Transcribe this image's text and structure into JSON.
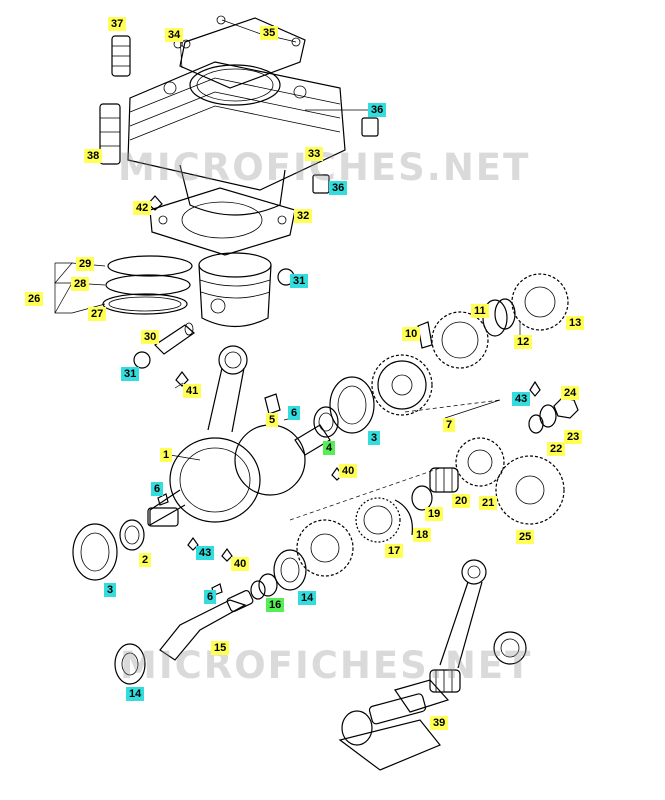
{
  "watermarks": [
    "MICROFICHES.NET",
    "MICROFICHES.NET"
  ],
  "callouts": [
    {
      "id": "37",
      "color": "yellow"
    },
    {
      "id": "34",
      "color": "yellow"
    },
    {
      "id": "35",
      "color": "yellow"
    },
    {
      "id": "36",
      "color": "cyan"
    },
    {
      "id": "38",
      "color": "yellow"
    },
    {
      "id": "33",
      "color": "yellow"
    },
    {
      "id": "36",
      "color": "cyan"
    },
    {
      "id": "42",
      "color": "yellow"
    },
    {
      "id": "32",
      "color": "yellow"
    },
    {
      "id": "29",
      "color": "yellow"
    },
    {
      "id": "31",
      "color": "cyan"
    },
    {
      "id": "26",
      "color": "yellow"
    },
    {
      "id": "28",
      "color": "yellow"
    },
    {
      "id": "27",
      "color": "yellow"
    },
    {
      "id": "11",
      "color": "yellow"
    },
    {
      "id": "13",
      "color": "yellow"
    },
    {
      "id": "30",
      "color": "yellow"
    },
    {
      "id": "10",
      "color": "yellow"
    },
    {
      "id": "12",
      "color": "yellow"
    },
    {
      "id": "31",
      "color": "cyan"
    },
    {
      "id": "41",
      "color": "yellow"
    },
    {
      "id": "43",
      "color": "cyan"
    },
    {
      "id": "24",
      "color": "yellow"
    },
    {
      "id": "5",
      "color": "yellow"
    },
    {
      "id": "6",
      "color": "cyan"
    },
    {
      "id": "23",
      "color": "yellow"
    },
    {
      "id": "7",
      "color": "yellow"
    },
    {
      "id": "22",
      "color": "yellow"
    },
    {
      "id": "3",
      "color": "cyan"
    },
    {
      "id": "4",
      "color": "green"
    },
    {
      "id": "1",
      "color": "yellow"
    },
    {
      "id": "40",
      "color": "yellow"
    },
    {
      "id": "6",
      "color": "cyan"
    },
    {
      "id": "20",
      "color": "yellow"
    },
    {
      "id": "21",
      "color": "yellow"
    },
    {
      "id": "19",
      "color": "yellow"
    },
    {
      "id": "18",
      "color": "yellow"
    },
    {
      "id": "25",
      "color": "yellow"
    },
    {
      "id": "17",
      "color": "yellow"
    },
    {
      "id": "2",
      "color": "yellow"
    },
    {
      "id": "43",
      "color": "cyan"
    },
    {
      "id": "40",
      "color": "yellow"
    },
    {
      "id": "3",
      "color": "cyan"
    },
    {
      "id": "6",
      "color": "cyan"
    },
    {
      "id": "16",
      "color": "green"
    },
    {
      "id": "14",
      "color": "cyan"
    },
    {
      "id": "15",
      "color": "yellow"
    },
    {
      "id": "14",
      "color": "cyan"
    },
    {
      "id": "39",
      "color": "yellow"
    }
  ]
}
